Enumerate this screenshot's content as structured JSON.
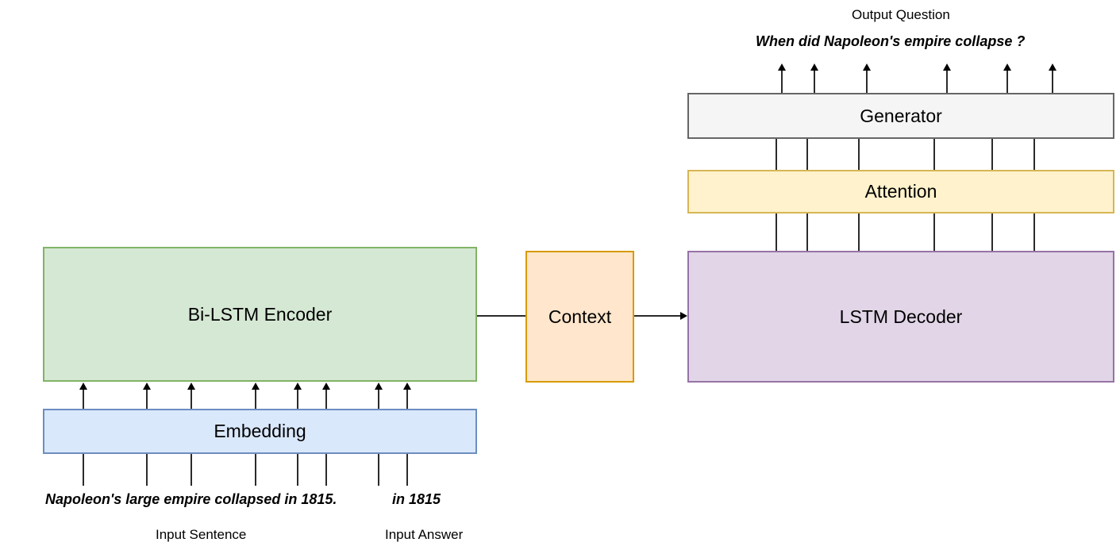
{
  "diagram": {
    "title_label": "Output Question",
    "output_question_text": "When did Napoleon's empire collapse ?",
    "input_sentence_text": "Napoleon's large empire collapsed in 1815.",
    "input_answer_text": "in 1815",
    "input_sentence_label": "Input Sentence",
    "input_answer_label": "Input Answer",
    "blocks": {
      "encoder": {
        "label": "Bi-LSTM Encoder",
        "fill": "#d5e8d4",
        "border": "#82b366"
      },
      "embedding": {
        "label": "Embedding",
        "fill": "#dae8fc",
        "border": "#6c8ebf"
      },
      "context": {
        "label": "Context",
        "fill": "#ffe6cc",
        "border": "#d79b00"
      },
      "decoder": {
        "label": "LSTM Decoder",
        "fill": "#e1d5e7",
        "border": "#9673a6"
      },
      "attention": {
        "label": "Attention",
        "fill": "#fff2cc",
        "border": "#d6b656"
      },
      "generator": {
        "label": "Generator",
        "fill": "#f5f5f5",
        "border": "#666666"
      }
    },
    "connector_counts": {
      "embedding_to_encoder": 8,
      "tokens_to_embedding": 8,
      "decoder_to_attention": 6,
      "attention_to_generator": 6,
      "generator_to_output": 6
    },
    "colors": {
      "line": "#2b2b2b",
      "arrow": "#000000",
      "text": "#000000",
      "background": "#ffffff"
    }
  }
}
